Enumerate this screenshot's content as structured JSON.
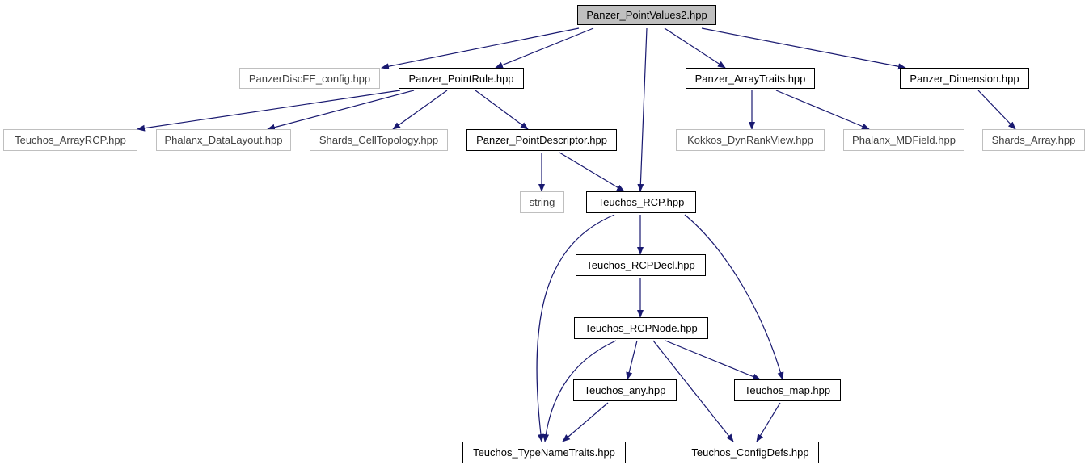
{
  "colors": {
    "edge": "#191970",
    "node_border": "#000000",
    "external_border": "#bfbfbf",
    "root_fill": "#bfbfbf"
  },
  "nodes": {
    "root": "Panzer_PointValues2.hpp",
    "panzer_discfe_config": "PanzerDiscFE_config.hpp",
    "panzer_pointrule": "Panzer_PointRule.hpp",
    "panzer_arraytraits": "Panzer_ArrayTraits.hpp",
    "panzer_dimension": "Panzer_Dimension.hpp",
    "teuchos_arrayrcp": "Teuchos_ArrayRCP.hpp",
    "phalanx_datalayout": "Phalanx_DataLayout.hpp",
    "shards_celltopology": "Shards_CellTopology.hpp",
    "panzer_pointdescriptor": "Panzer_PointDescriptor.hpp",
    "kokkos_dynrankview": "Kokkos_DynRankView.hpp",
    "phalanx_mdfield": "Phalanx_MDField.hpp",
    "shards_array": "Shards_Array.hpp",
    "string": "string",
    "teuchos_rcp": "Teuchos_RCP.hpp",
    "teuchos_rcpdecl": "Teuchos_RCPDecl.hpp",
    "teuchos_rcpnode": "Teuchos_RCPNode.hpp",
    "teuchos_any": "Teuchos_any.hpp",
    "teuchos_map": "Teuchos_map.hpp",
    "teuchos_typenametraits": "Teuchos_TypeNameTraits.hpp",
    "teuchos_configdefs": "Teuchos_ConfigDefs.hpp"
  }
}
